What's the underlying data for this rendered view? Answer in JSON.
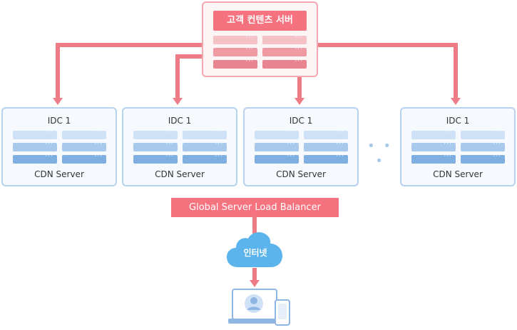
{
  "origin": {
    "title": "고객 컨텐츠 서버",
    "rows": [
      {
        "color": "#f5c2c7"
      },
      {
        "color": "#ef9aa3"
      },
      {
        "color": "#e8848e"
      }
    ],
    "dots": "···"
  },
  "idcs": [
    {
      "title": "IDC 1",
      "label": "CDN Server"
    },
    {
      "title": "IDC 1",
      "label": "CDN Server"
    },
    {
      "title": "IDC 1",
      "label": "CDN Server"
    },
    {
      "title": "IDC 1",
      "label": "CDN Server"
    }
  ],
  "idc_rows": [
    {
      "color": "#cfe1f6"
    },
    {
      "color": "#a9c9ec"
    },
    {
      "color": "#7faee0"
    }
  ],
  "ellipsis": "• • •",
  "gslb": {
    "label": "Global Server Load Balancer"
  },
  "internet": {
    "label": "인터넷"
  },
  "colors": {
    "accent": "#f4737f",
    "arrow": "#ee7c86",
    "idc_border": "#b7d2ee",
    "cloud": "#5bb4ec"
  }
}
